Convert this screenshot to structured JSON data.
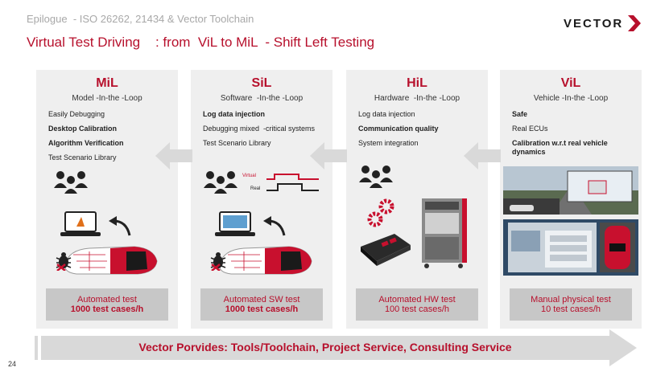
{
  "header": {
    "subtitle": "Epilogue  - ISO 26262, 21434 & Vector Toolchain",
    "title": "Virtual Test Driving    : from  ViL to MiL  - Shift Left Testing",
    "logo_text": "VECTOR"
  },
  "colors": {
    "accent": "#b7102c",
    "card_bg": "#efefef",
    "result_bg": "#c7c7c7",
    "arrow": "#d9d9d9"
  },
  "cards": [
    {
      "heading": "MiL",
      "subheading": "Model -In-the -Loop",
      "items": [
        {
          "text": "Easily Debugging",
          "bold": false
        },
        {
          "text": "Desktop Calibration",
          "bold": true
        },
        {
          "text": "Algorithm Verification",
          "bold": true
        },
        {
          "text": "Test Scenario Library",
          "bold": false
        }
      ],
      "result_line1": "Automated test",
      "result_line2": "1000 test cases/h",
      "result_bold": true
    },
    {
      "heading": "SiL",
      "subheading": "Software  -In-the -Loop",
      "items": [
        {
          "text": "Log data injection",
          "bold": true
        },
        {
          "text": "Debugging mixed  -critical systems",
          "bold": false
        },
        {
          "text": "Test Scenario Library",
          "bold": false
        }
      ],
      "result_line1": "Automated SW test",
      "result_line2": "1000 test cases/h",
      "result_bold": true
    },
    {
      "heading": "HiL",
      "subheading": "Hardware  -In-the -Loop",
      "items": [
        {
          "text": "Log data injection",
          "bold": false
        },
        {
          "text": "Communication quality",
          "bold": true
        },
        {
          "text": "System integration",
          "bold": false
        }
      ],
      "result_line1": "Automated HW test",
      "result_line2": "100 test cases/h",
      "result_bold": false
    },
    {
      "heading": "ViL",
      "subheading": "Vehicle -In-the -Loop",
      "items": [
        {
          "text": "Safe",
          "bold": true
        },
        {
          "text": "Real ECUs",
          "bold": false
        },
        {
          "text": "Calibration w.r.t real vehicle dynamics",
          "bold": true
        }
      ],
      "result_line1": "Manual physical test",
      "result_line2": "10 test cases/h",
      "result_bold": false
    }
  ],
  "sil_signal": {
    "virtual_label": "Virtual",
    "real_label": "Real"
  },
  "footer": {
    "text": "Vector Porvides: Tools/Toolchain, Project Service, Consulting Service"
  },
  "page_number": "24"
}
